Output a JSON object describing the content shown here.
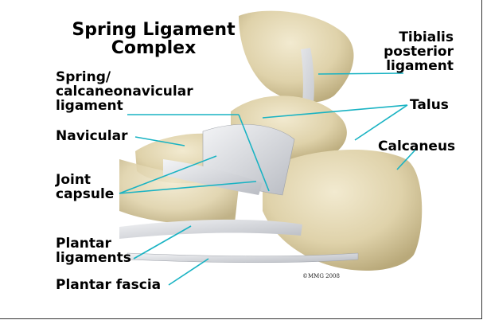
{
  "title": {
    "line1": "Spring Ligament",
    "line2": "Complex"
  },
  "labels": {
    "spring_line1": "Spring/",
    "spring_line2": "calcaneonavicular",
    "spring_line3": "ligament",
    "navicular": "Navicular",
    "joint_line1": "Joint",
    "joint_line2": "capsule",
    "plantar_lig_line1": "Plantar",
    "plantar_lig_line2": "ligaments",
    "plantar_fascia": "Plantar fascia",
    "tibialis_line1": "Tibialis",
    "tibialis_line2": "posterior",
    "tibialis_line3": "ligament",
    "talus": "Talus",
    "calcaneus": "Calcaneus"
  },
  "copyright": "©MMG 2008",
  "colors": {
    "leader": "#19b3c3",
    "bone": "#e3d8b4",
    "ligament": "#d7d9dd"
  }
}
